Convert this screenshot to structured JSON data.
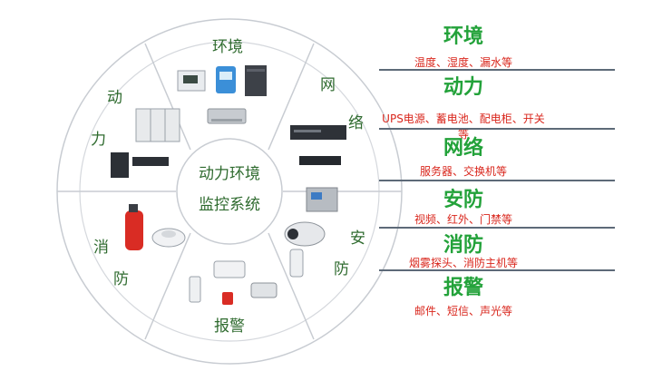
{
  "center": {
    "line1": "动力环境",
    "line2": "监控系统"
  },
  "wheel_segments": {
    "top": "环境",
    "upper_right": [
      "网",
      "络"
    ],
    "right": [
      "安",
      "防"
    ],
    "bottom": "报警",
    "lower_left": [
      "消",
      "防"
    ],
    "upper_left": [
      "动",
      "力"
    ]
  },
  "categories": [
    {
      "title": "环境",
      "desc": "温度、湿度、漏水等"
    },
    {
      "title": "动力",
      "desc": "UPS电源、蓄电池、配电柜、开关等"
    },
    {
      "title": "网络",
      "desc": "服务器、交换机等"
    },
    {
      "title": "安防",
      "desc": "视频、红外、门禁等"
    },
    {
      "title": "消防",
      "desc": "烟雾探头、消防主机等"
    },
    {
      "title": "报警",
      "desc": "邮件、短信、声光等"
    }
  ],
  "colors": {
    "title": "#23a23a",
    "desc": "#d9261c",
    "wheel_text": "#2f6b2f",
    "wheel_line": "#c8ccd2"
  }
}
